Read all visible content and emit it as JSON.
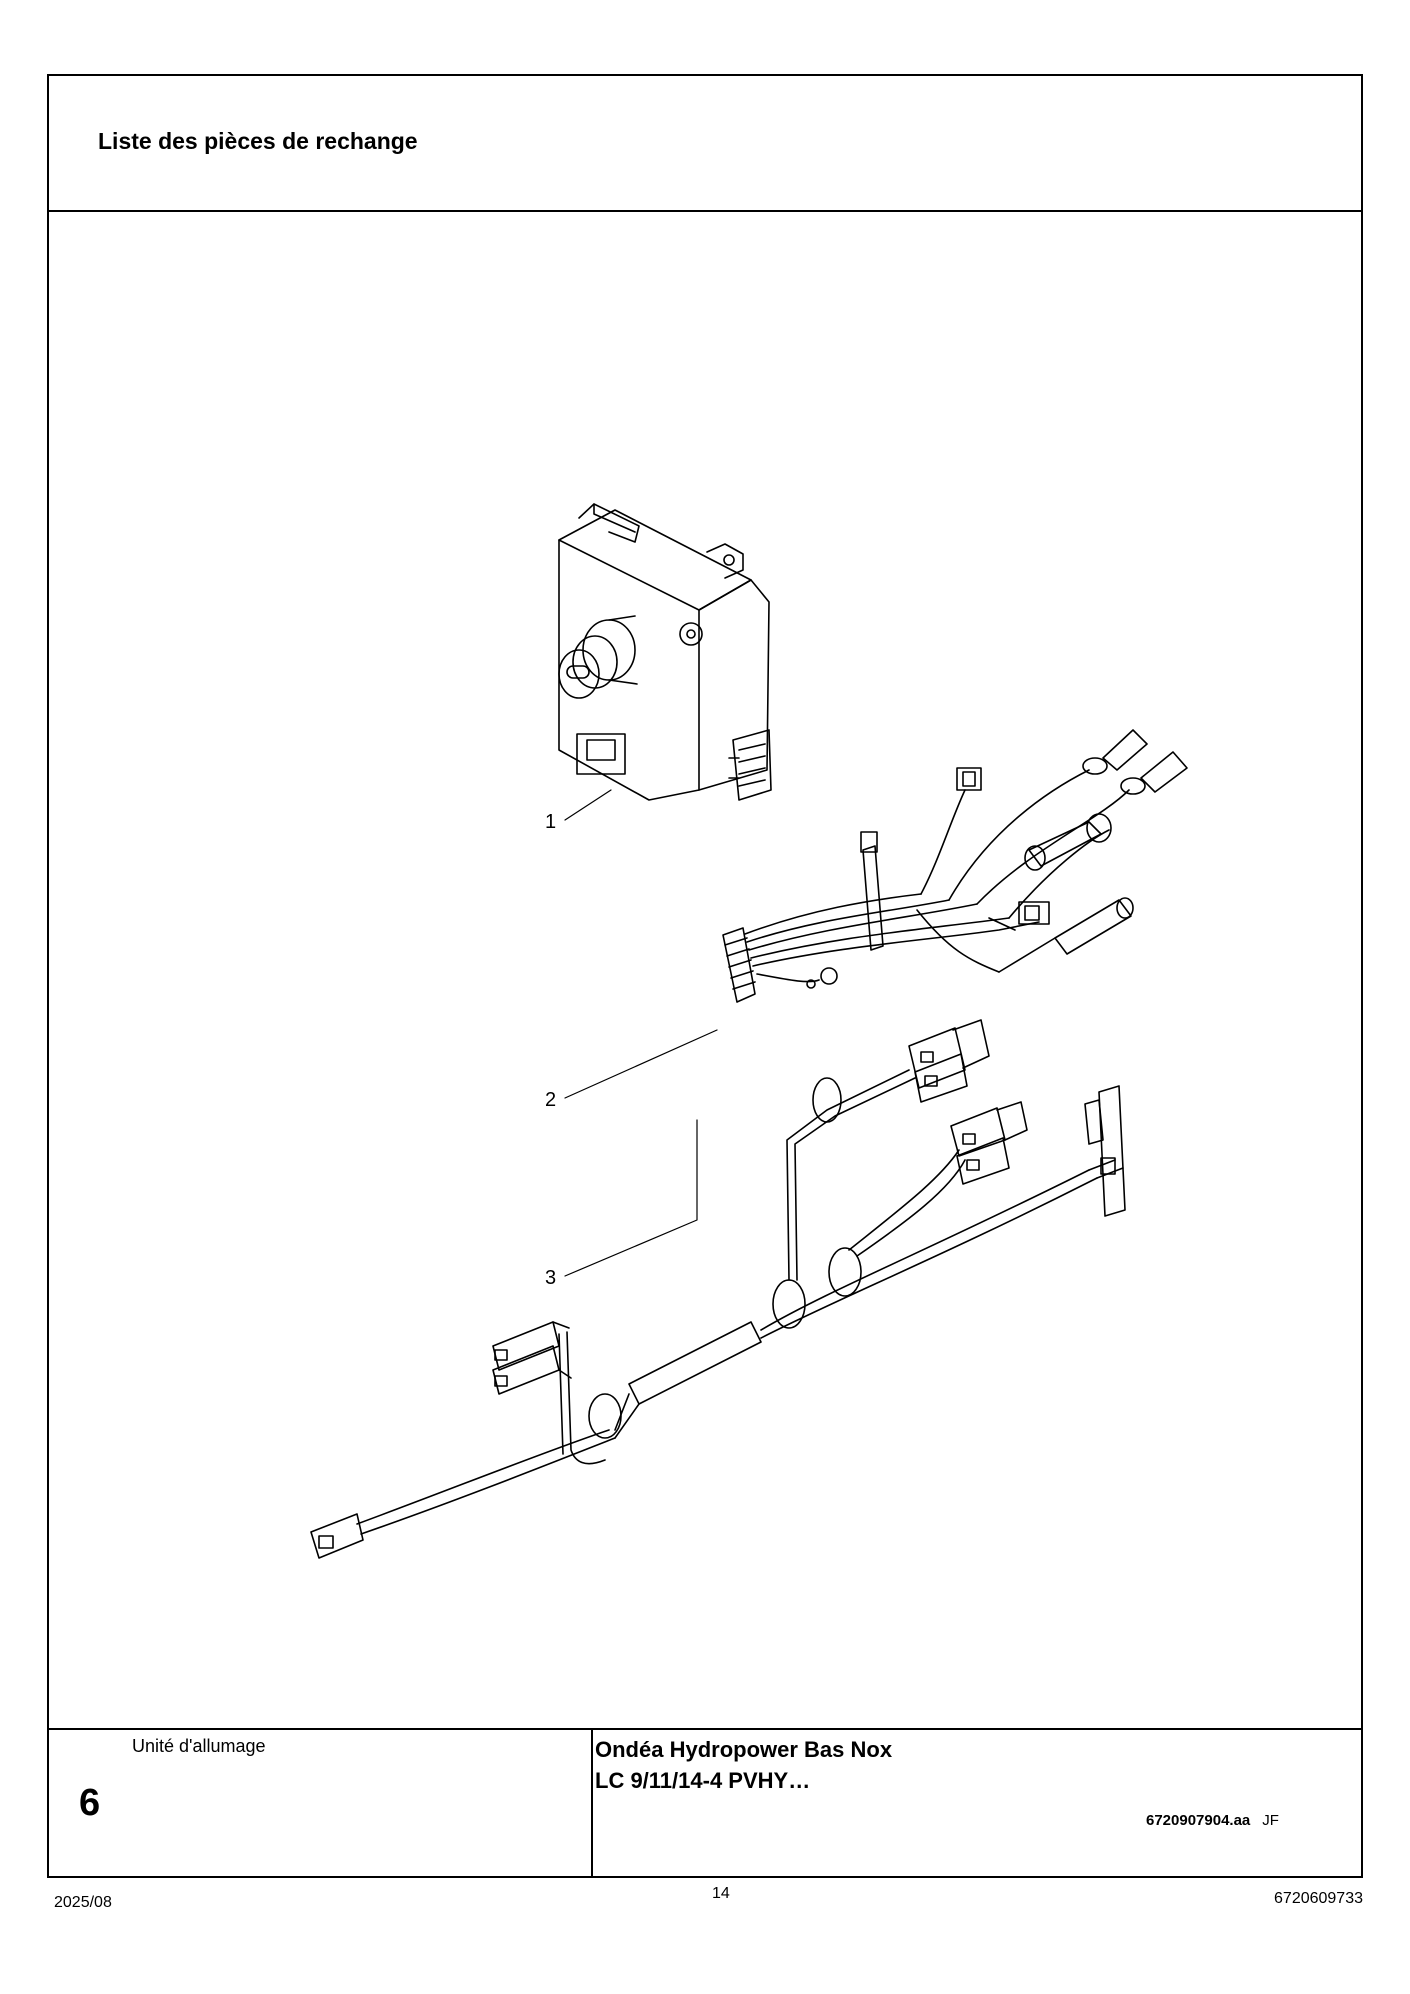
{
  "header": {
    "title": "Liste des pièces de rechange"
  },
  "drawing": {
    "callouts": [
      "1",
      "2",
      "3"
    ],
    "reference": "6720907904.aa",
    "author": "JF"
  },
  "footer": {
    "section_name": "Unité d'allumage",
    "section_number": "6",
    "product_line1": "Ondéa Hydropower Bas Nox",
    "product_line2": "LC 9/11/14-4 PVHY…"
  },
  "page": {
    "date": "2025/08",
    "number": "14",
    "doc_number": "6720609733"
  }
}
